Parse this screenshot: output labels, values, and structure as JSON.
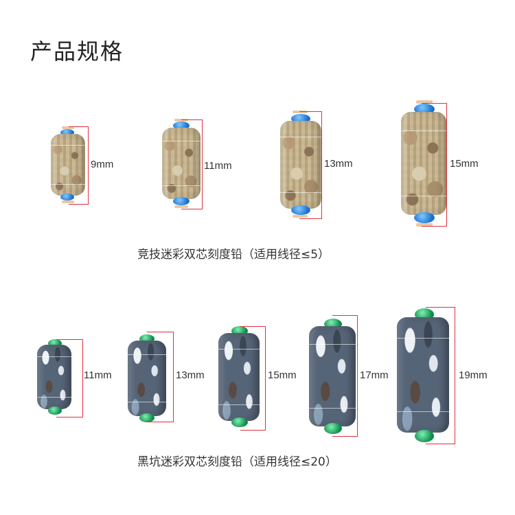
{
  "title": "产品规格",
  "series_a": {
    "caption": "竞技迷彩双芯刻度铅（适用线径≤5）",
    "sizes": [
      "9mm",
      "11mm",
      "13mm",
      "15mm"
    ]
  },
  "series_b": {
    "caption": "黑坑迷彩双芯刻度铅（适用线径≤20）",
    "sizes": [
      "11mm",
      "13mm",
      "15mm",
      "17mm",
      "19mm"
    ]
  },
  "colors": {
    "bracket": "#e0303a",
    "blue_cap": "#1a6fd0",
    "green_cap": "#0c8a4a"
  }
}
